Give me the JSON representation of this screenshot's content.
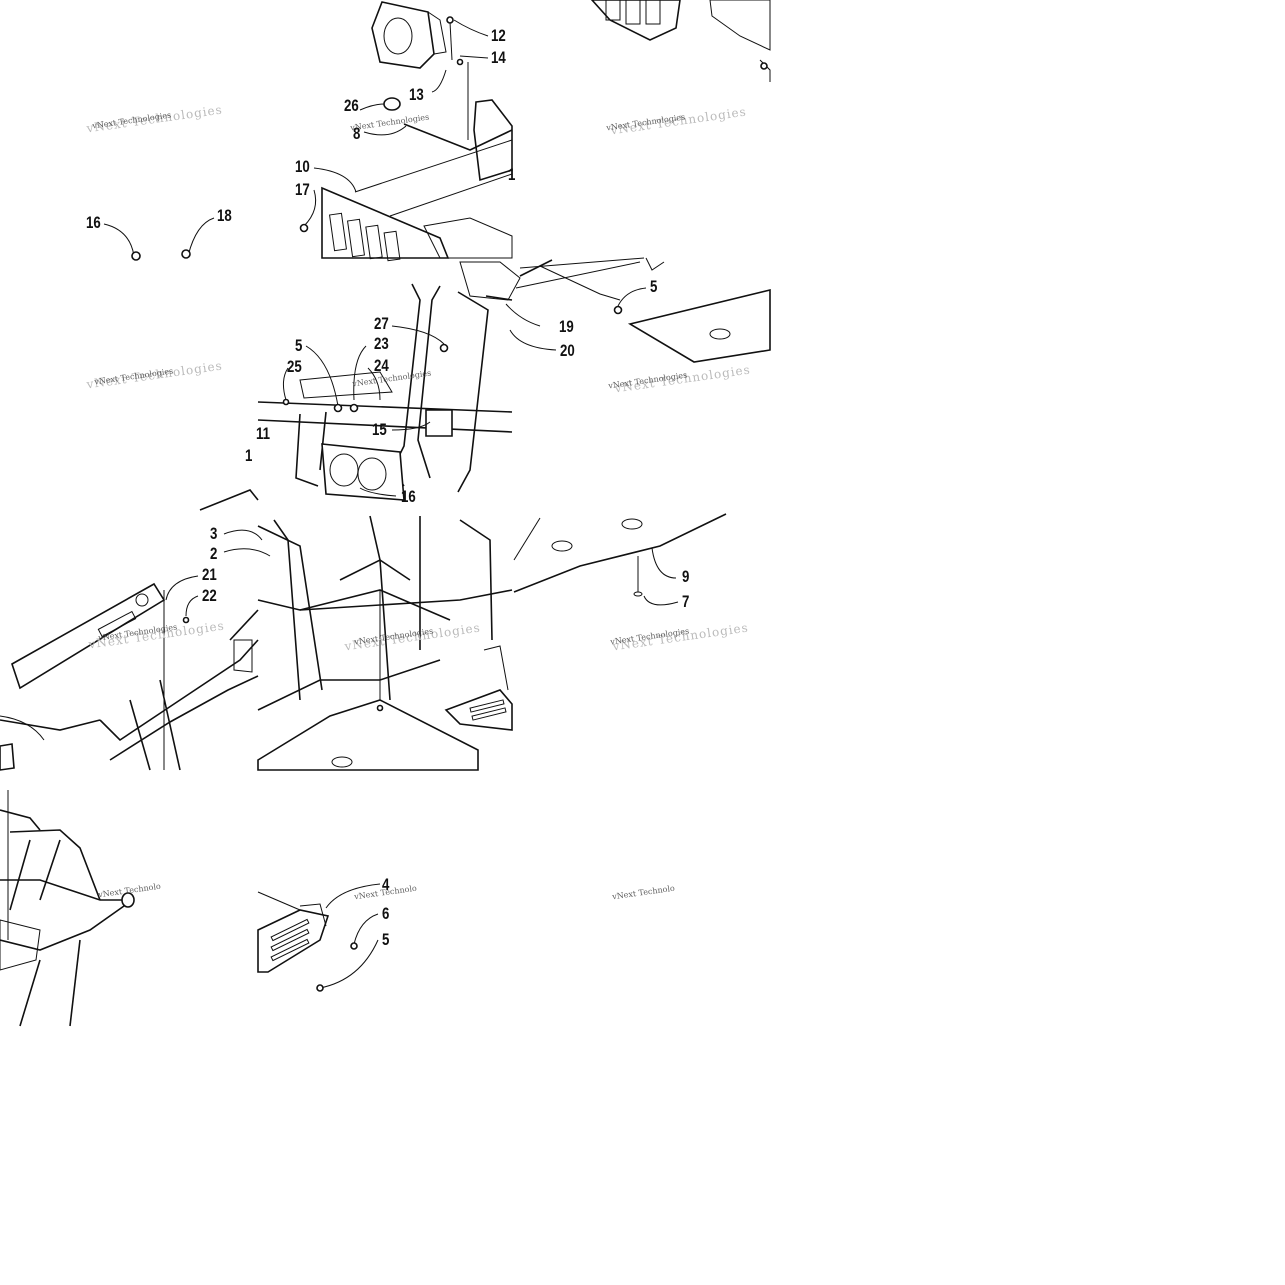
{
  "watermark": "vNext Technologies",
  "watermark_partial": "vNext Technolo",
  "callouts": [
    "12",
    "14",
    "13",
    "26",
    "8",
    "10",
    "17",
    "16",
    "18",
    "1",
    "5",
    "19",
    "20",
    "27",
    "23",
    "24",
    "25",
    "11",
    "1",
    "15",
    "16",
    "3",
    "2",
    "21",
    "22",
    "9",
    "7",
    "4",
    "6",
    "5"
  ]
}
